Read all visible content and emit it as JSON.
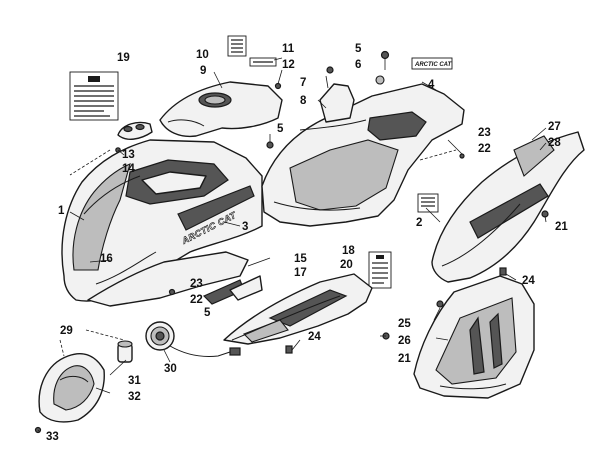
{
  "diagram": {
    "brand_text_fender": "ARCTIC CAT",
    "brand_text_decal": "ARCTIC CAT",
    "callouts": {
      "c1": "1",
      "c2": "2",
      "c3": "3",
      "c4": "4",
      "c5a": "5",
      "c5b": "5",
      "c5c": "5",
      "c6": "6",
      "c7": "7",
      "c8": "8",
      "c9": "9",
      "c10": "10",
      "c11": "11",
      "c12": "12",
      "c13": "13",
      "c14": "14",
      "c15": "15",
      "c16": "16",
      "c17": "17",
      "c18": "18",
      "c19": "19",
      "c20": "20",
      "c21a": "21",
      "c21b": "21",
      "c22a": "22",
      "c22b": "22",
      "c23a": "23",
      "c23b": "23",
      "c24a": "24",
      "c24b": "24",
      "c25": "25",
      "c26": "26",
      "c27": "27",
      "c28": "28",
      "c29": "29",
      "c30": "30",
      "c31": "31",
      "c32": "32",
      "c33": "33"
    }
  }
}
